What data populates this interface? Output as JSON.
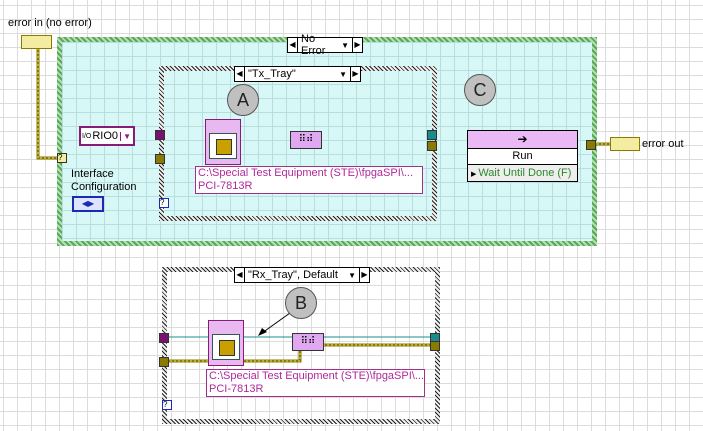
{
  "labels": {
    "error_in": "error in (no error)",
    "error_out": "error out",
    "interface_config_line1": "Interface",
    "interface_config_line2": "Configuration"
  },
  "outer_case": {
    "selector": "No Error"
  },
  "tx_case": {
    "selector": "\"Tx_Tray\"",
    "vi_path_line1": "C:\\Special Test Equipment (STE)\\fpgaSPI\\...",
    "vi_path_line2": "PCI-7813R"
  },
  "rx_case": {
    "selector": "\"Rx_Tray\", Default",
    "vi_path_line1": "C:\\Special Test Equipment (STE)\\fpgaSPI\\...",
    "vi_path_line2": "PCI-7813R"
  },
  "rio_control": {
    "value": "RIO0",
    "io_glyph": "I/O"
  },
  "callouts": {
    "a": "A",
    "b": "B",
    "c": "C"
  },
  "run_node": {
    "method": "Run",
    "param": "Wait Until Done (F)"
  },
  "colors": {
    "error_wire": "#c8b400",
    "ref_wire": "#1a8c8c",
    "rio_wire": "#8a1a7a",
    "enum_wire": "#1a2ab4",
    "outer_border": "#7cc47c",
    "outer_fill": "#d8f8f8"
  }
}
